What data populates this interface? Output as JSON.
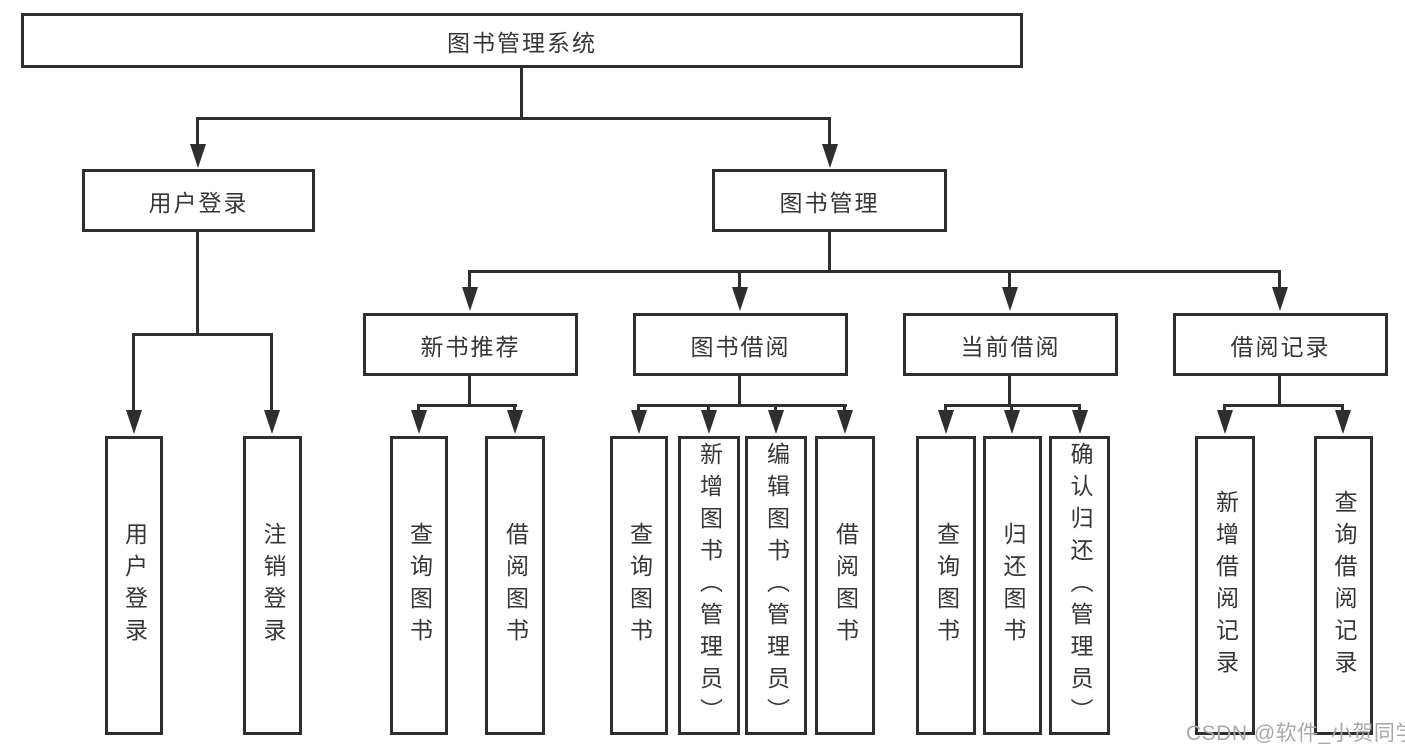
{
  "diagram_type": "hierarchy",
  "watermark": "CSDN @软件_小贺同学",
  "colors": {
    "line": "#2e2e2e",
    "text": "#363636",
    "box_background": "#ffffff",
    "watermark": "#a9a9a9"
  },
  "tree": {
    "root": "图书管理系统",
    "branches": [
      {
        "label": "用户登录",
        "children": [
          "用户登录",
          "注销登录"
        ]
      },
      {
        "label": "图书管理",
        "children": [
          {
            "label": "新书推荐",
            "children": [
              "查询图书",
              "借阅图书"
            ]
          },
          {
            "label": "图书借阅",
            "children": [
              "查询图书",
              "新增图书（管理员）",
              "编辑图书（管理员）",
              "借阅图书"
            ]
          },
          {
            "label": "当前借阅",
            "children": [
              "查询图书",
              "归还图书",
              "确认归还（管理员）"
            ]
          },
          {
            "label": "借阅记录",
            "children": [
              "新增借阅记录",
              "查询借阅记录"
            ]
          }
        ]
      }
    ]
  }
}
